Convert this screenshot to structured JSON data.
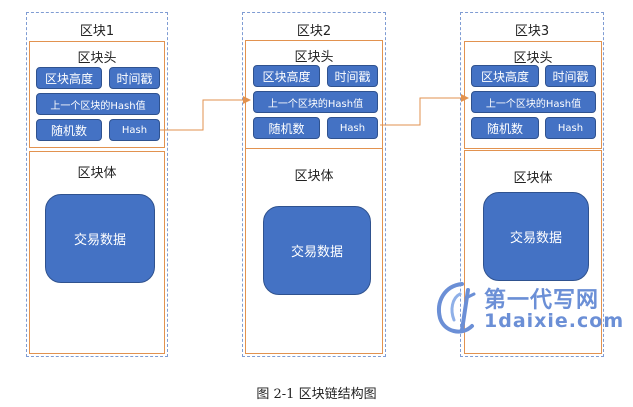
{
  "blocks": [
    {
      "title": "区块1",
      "header_title": "区块头",
      "height_label": "区块高度",
      "timestamp_label": "时间戳",
      "prev_hash_label": "上一个区块的Hash值",
      "nonce_label": "随机数",
      "hash_label": "Hash",
      "body_title": "区块体",
      "tx_label": "交易数据"
    },
    {
      "title": "区块2",
      "header_title": "区块头",
      "height_label": "区块高度",
      "timestamp_label": "时间戳",
      "prev_hash_label": "上一个区块的Hash值",
      "nonce_label": "随机数",
      "hash_label": "Hash",
      "body_title": "区块体",
      "tx_label": "交易数据"
    },
    {
      "title": "区块3",
      "header_title": "区块头",
      "height_label": "区块高度",
      "timestamp_label": "时间戳",
      "prev_hash_label": "上一个区块的Hash值",
      "nonce_label": "随机数",
      "hash_label": "Hash",
      "body_title": "区块体",
      "tx_label": "交易数据"
    }
  ],
  "caption": "图 2-1  区块链结构图",
  "watermark": {
    "line1": "第一代写网",
    "line2": "1daixie.com"
  },
  "colors": {
    "block_border": "#7f9cd3",
    "section_border": "#e2924f",
    "pill_fill": "#4472c4",
    "link_arrow": "#e2924f"
  }
}
